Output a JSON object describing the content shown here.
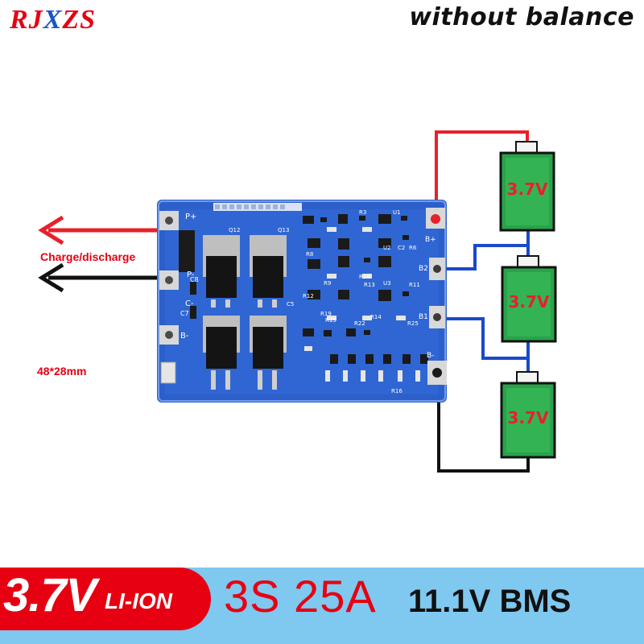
{
  "brand": {
    "part1": "RJ",
    "part2": "X",
    "part3": "ZS"
  },
  "headline": "without balance",
  "annotations": {
    "arrow_label": "Charge/discharge",
    "board_size": "48*28mm"
  },
  "board_pads": {
    "p_plus": "P+",
    "p_minus": "P-",
    "c_minus": "C-",
    "b_minus_left": "B-",
    "b_plus": "B+",
    "b2": "B2",
    "b1": "B1",
    "b_minus_right": "B-"
  },
  "silkscreen": {
    "q12": "Q12",
    "q13": "Q13",
    "c8": "C8",
    "c7": "C7",
    "c5": "C5",
    "r3": "R3",
    "r8": "R8",
    "r9": "R9",
    "r10": "R10",
    "r11": "R11",
    "r12": "R12",
    "r13": "R13",
    "r14": "R14",
    "r15": "R15",
    "r16": "R16",
    "r19": "R19",
    "r22": "R22",
    "r25": "R25",
    "u1": "U1",
    "u2": "U2",
    "u3": "U3",
    "c2": "C2",
    "r6": "R6"
  },
  "cells": [
    {
      "label": "3.7V"
    },
    {
      "label": "3.7V"
    },
    {
      "label": "3.7V"
    }
  ],
  "banner": {
    "voltage": "3.7V",
    "chemistry": "LI-ION",
    "spec": "3S 25A",
    "model": "11.1V BMS"
  },
  "colors": {
    "brand_red": "#e60012",
    "brand_blue": "#1a56c4",
    "pcb_blue": "#2c5fc9",
    "banner_bg": "#7fc8ef",
    "cell_green": "#2aa24a",
    "wire_red": "#e8202a",
    "wire_blue": "#1b49c9",
    "wire_black": "#111111"
  }
}
